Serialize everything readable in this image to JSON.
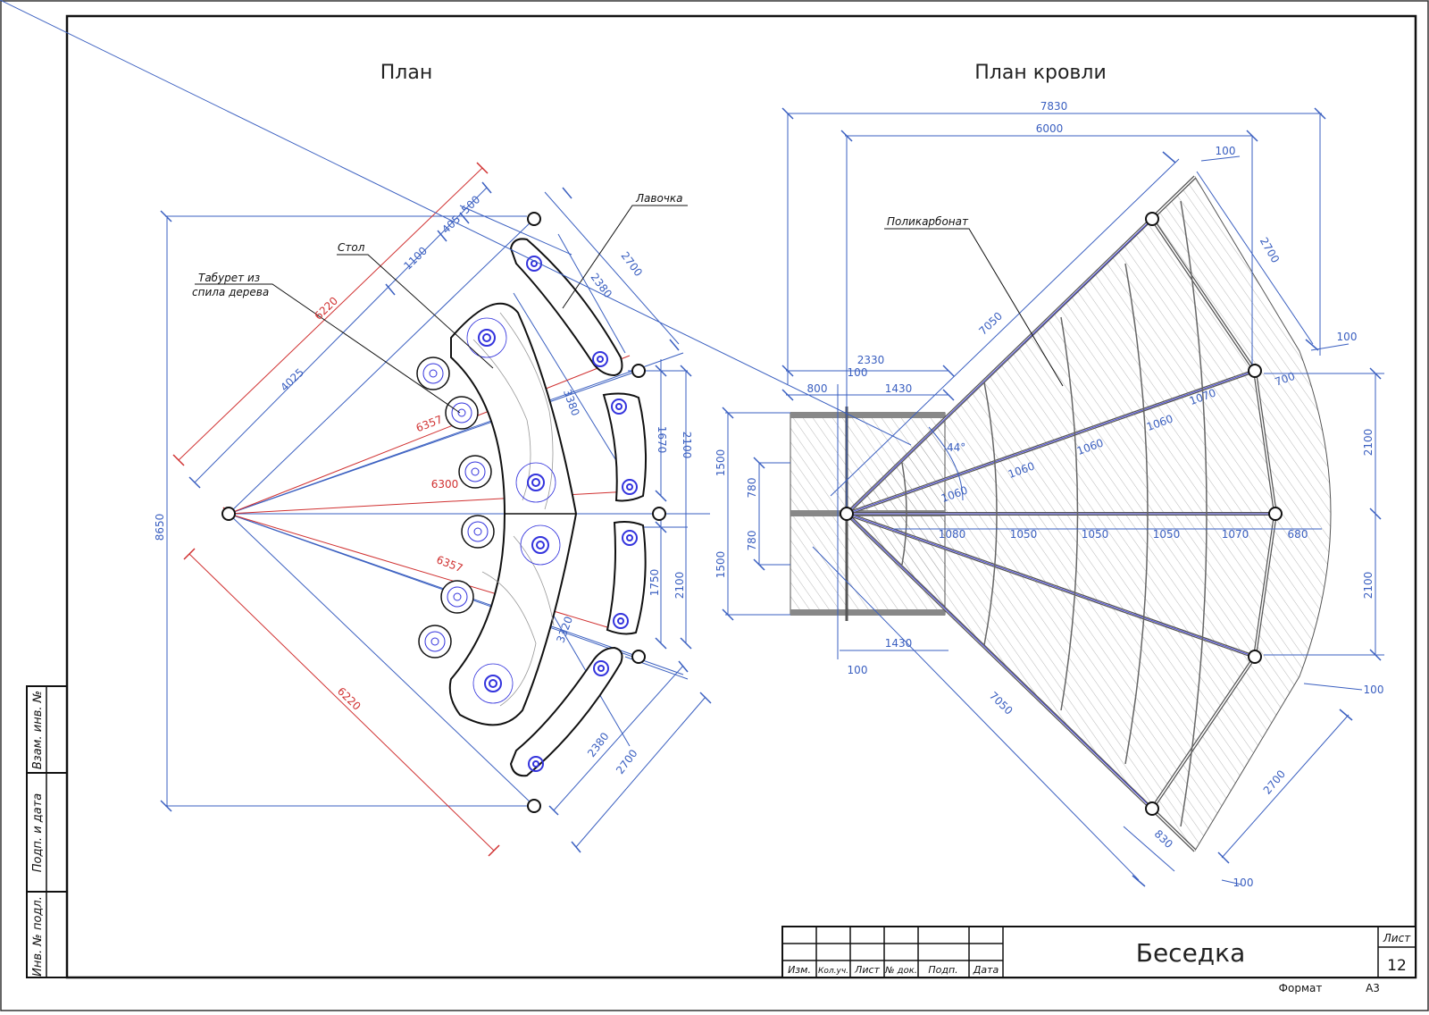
{
  "titles": {
    "plan": "План",
    "roof_plan": "План кровли"
  },
  "colors": {
    "dimension": "#3a5fc0",
    "radius": "#d03030",
    "construction": "#3333dd",
    "outline": "#111111",
    "hatch": "#888888"
  },
  "left_labels": {
    "bench": "Лавочка",
    "table": "Стол",
    "stool_line1": "Табурет из",
    "stool_line2": "спила дерева"
  },
  "left_dims": {
    "d8650": "8650",
    "d6220a": "6220",
    "d6220b": "6220",
    "d4025": "4025",
    "d1100": "1100",
    "d405": "405",
    "d500": "500",
    "d2700a": "2700",
    "d2380a": "2380",
    "d3380": "3380",
    "d1670": "1670",
    "d2100a": "2100",
    "d6357a": "6357",
    "d6300": "6300",
    "d6357b": "6357",
    "d1750": "1750",
    "d2100b": "2100",
    "d3320": "3320",
    "d2380b": "2380",
    "d2700b": "2700"
  },
  "right_labels": {
    "polycarbonate": "Поликарбонат",
    "angle": "44°"
  },
  "right_dims": {
    "d7830": "7830",
    "d6000": "6000",
    "d100a": "100",
    "d2700a": "2700",
    "d7050a": "7050",
    "d100b": "100",
    "d700": "700",
    "d1070a": "1070",
    "d1060a": "1060",
    "d1060b": "1060",
    "d1060c": "1060",
    "d1060d": "1060",
    "d2330": "2330",
    "d100c": "100",
    "d800": "800",
    "d1430a": "1430",
    "d1500a": "1500",
    "d780a": "780",
    "d780b": "780",
    "d1500b": "1500",
    "d1080": "1080",
    "d1050a": "1050",
    "d1050b": "1050",
    "d1050c": "1050",
    "d1070b": "1070",
    "d680": "680",
    "d2100a": "2100",
    "d2100b": "2100",
    "d1430b": "1430",
    "d100d": "100",
    "d7050b": "7050",
    "d100e": "100",
    "d2700b": "2700",
    "d830": "830",
    "d100f": "100"
  },
  "side_stamp": {
    "inv_no": "Инв. № подл.",
    "sign_date": "Подп. и дата",
    "replace_inv": "Взам. инв. №"
  },
  "title_block": {
    "izm": "Изм.",
    "kol_uch": "Кол.уч.",
    "list": "Лист",
    "doc_no": "№ док.",
    "podp": "Подп.",
    "data": "Дата",
    "name": "Беседка",
    "sheet_label": "Лист",
    "sheet_no": "12",
    "format_label": "Формат",
    "format": "А3"
  }
}
